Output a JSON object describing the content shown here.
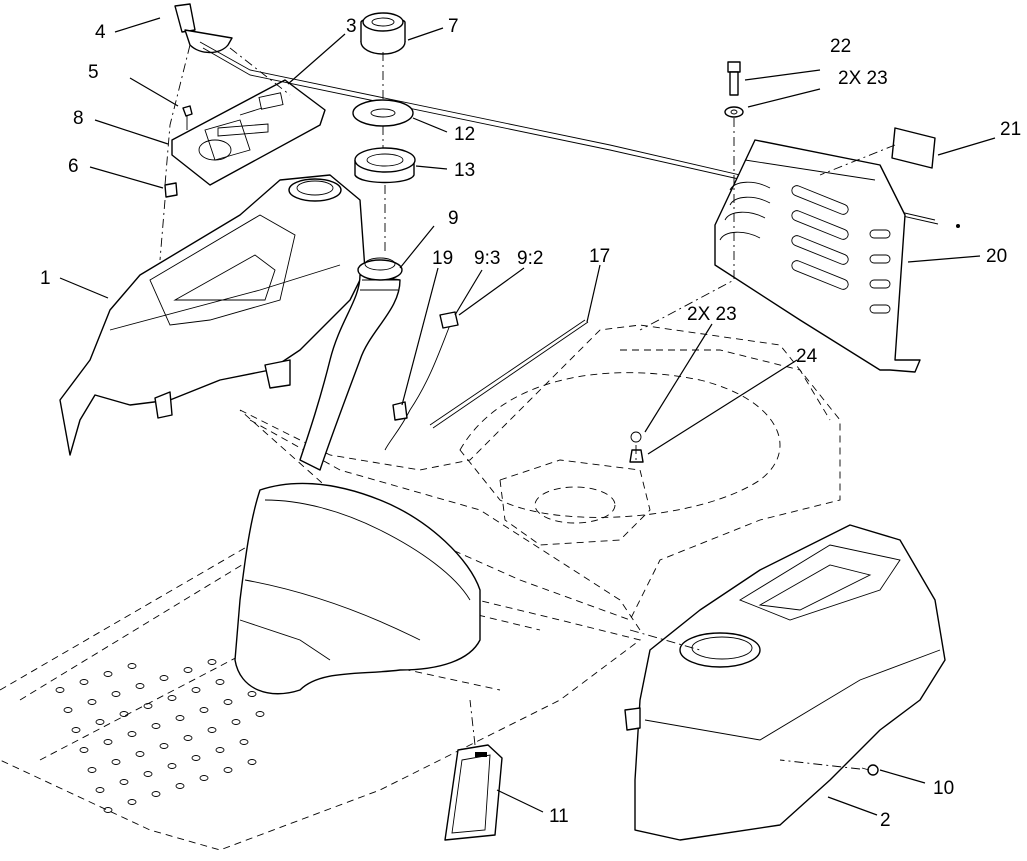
{
  "callouts": [
    {
      "id": "c4",
      "text": "4"
    },
    {
      "id": "c5",
      "text": "5"
    },
    {
      "id": "c8",
      "text": "8"
    },
    {
      "id": "c6",
      "text": "6"
    },
    {
      "id": "c1",
      "text": "1"
    },
    {
      "id": "c3",
      "text": "3"
    },
    {
      "id": "c7",
      "text": "7"
    },
    {
      "id": "c12",
      "text": "12"
    },
    {
      "id": "c13",
      "text": "13"
    },
    {
      "id": "c9",
      "text": "9"
    },
    {
      "id": "c19",
      "text": "19"
    },
    {
      "id": "c93",
      "text": "9:3"
    },
    {
      "id": "c92",
      "text": "9:2"
    },
    {
      "id": "c17",
      "text": "17"
    },
    {
      "id": "c22",
      "text": "22"
    },
    {
      "id": "c2x23a",
      "text": "2X 23"
    },
    {
      "id": "c21",
      "text": "21"
    },
    {
      "id": "c20",
      "text": "20"
    },
    {
      "id": "c2x23b",
      "text": "2X 23"
    },
    {
      "id": "c24",
      "text": "24"
    },
    {
      "id": "c10",
      "text": "10"
    },
    {
      "id": "c11",
      "text": "11"
    },
    {
      "id": "c2",
      "text": "2"
    }
  ]
}
